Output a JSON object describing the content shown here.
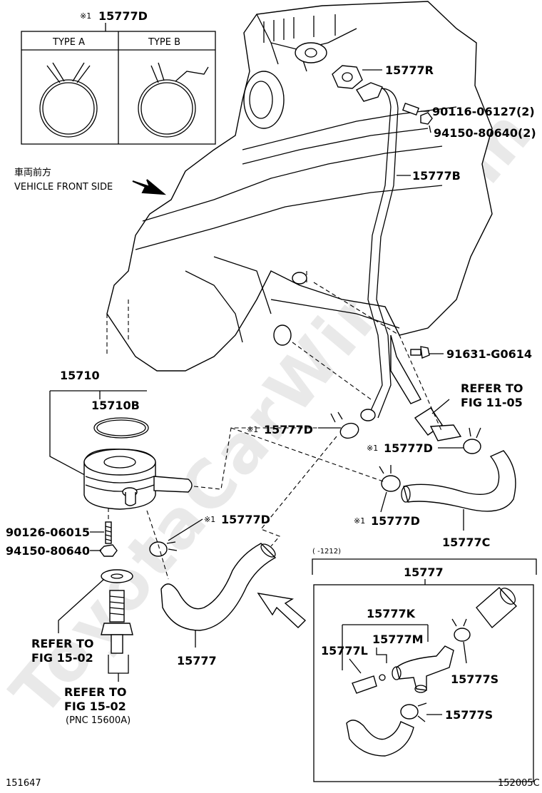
{
  "watermark": "ToyotaCarWire.com",
  "clamp_inset": {
    "title": "15777D",
    "prefix": "※1",
    "type_a": "TYPE A",
    "type_b": "TYPE B"
  },
  "vehicle_front": {
    "jp": "車両前方",
    "en": "VEHICLE FRONT SIDE"
  },
  "callouts": {
    "p15777R": "15777R",
    "p90116": "90116-06127(2)",
    "p94150a": "94150-80640(2)",
    "p15777B": "15777B",
    "p91631": "91631-G0614",
    "refer1105_l1": "REFER TO",
    "refer1105_l2": "FIG 11-05",
    "p15710": "15710",
    "p15710B": "15710B",
    "clampD1": "15777D",
    "clampD2": "15777D",
    "clampD3": "15777D",
    "clampD4": "15777D",
    "p15777C": "15777C",
    "p90126": "90126-06015",
    "p94150b": "94150-80640",
    "refer1502a_l1": "REFER TO",
    "refer1502a_l2": "FIG 15-02",
    "refer1502b_l1": "REFER TO",
    "refer1502b_l2": "FIG 15-02",
    "pnc": "(PNC 15600A)",
    "p15777_main": "15777",
    "prefix": "※1"
  },
  "assembly_box": {
    "range": "(    -1212)",
    "title": "15777",
    "k": "15777K",
    "m": "15777M",
    "l": "15777L",
    "s1": "15777S",
    "s2": "15777S"
  },
  "footer": {
    "left_code": "151647",
    "right_code": "152005C"
  }
}
